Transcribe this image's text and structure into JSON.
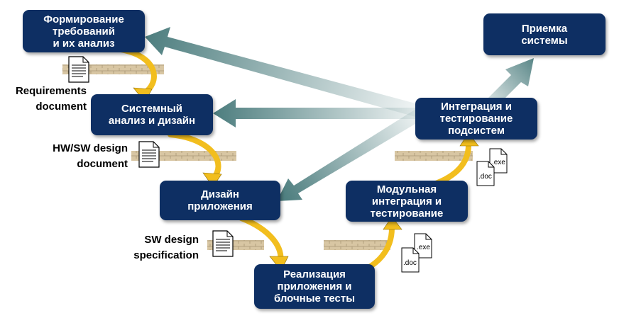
{
  "stages": {
    "requirements": "Формирование\nтребований\nи их анализ",
    "system_design": "Системный\nанализ и дизайн",
    "app_design": "Дизайн\nприложения",
    "implementation": "Реализация\nприложения и\nблочные тесты",
    "module_integration": "Модульная\nинтеграция и\nтестирование",
    "subsystem_integration": "Интеграция и\nтестирование\nподсистем",
    "acceptance": "Приемка\nсистемы"
  },
  "documents": {
    "requirements_document": "Requirements\ndocument",
    "hw_sw_design_document": "HW/SW design\ndocument",
    "sw_design_specification": "SW design\nspecification"
  },
  "artifacts": {
    "exe": ".exe",
    "doc": ".doc"
  },
  "colors": {
    "box": "#0e2f63",
    "curve_arrow": "#f2be1e",
    "feedback_arrow": "#4f7f80",
    "brick": "#d8c6a3"
  }
}
